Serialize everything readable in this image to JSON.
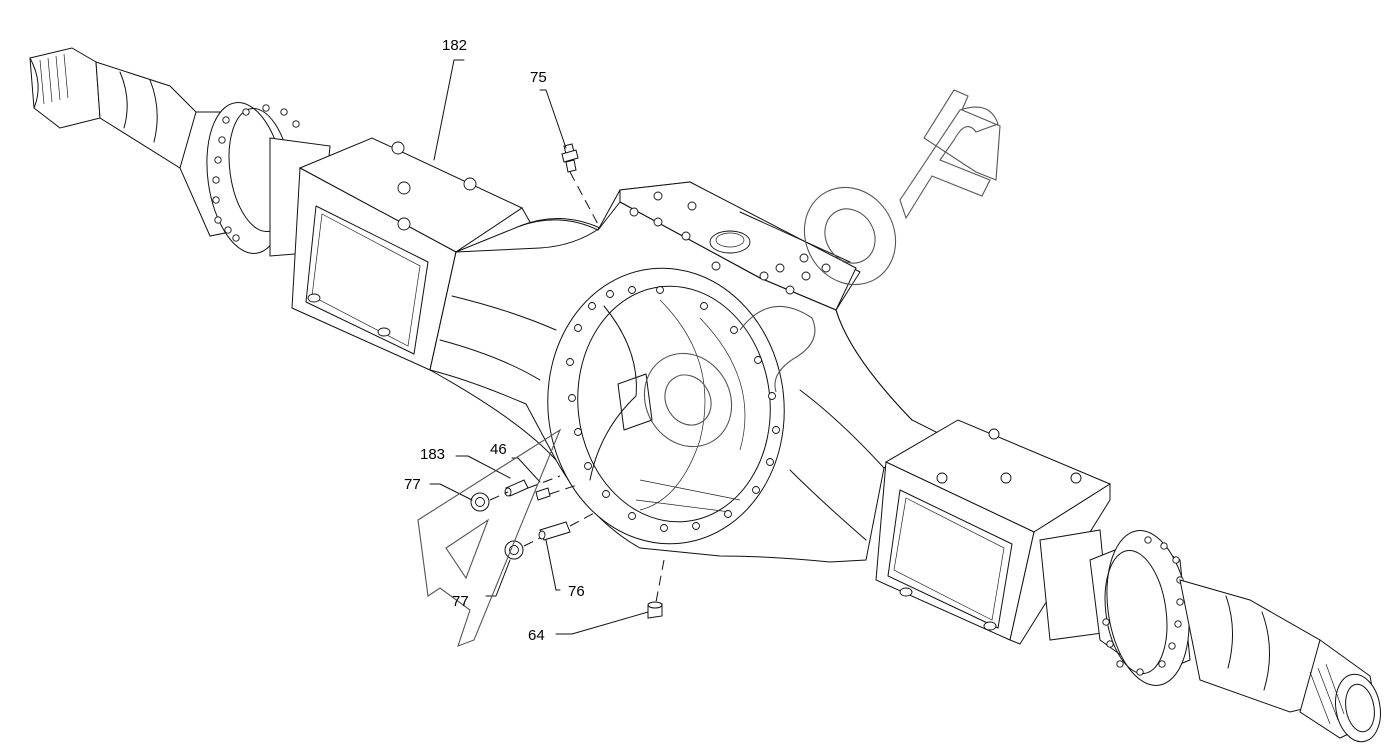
{
  "labels": {
    "l182": "182",
    "l75": "75",
    "l183": "183",
    "l46": "46",
    "l77a": "77",
    "l77b": "77",
    "l76": "76",
    "l64": "64"
  }
}
